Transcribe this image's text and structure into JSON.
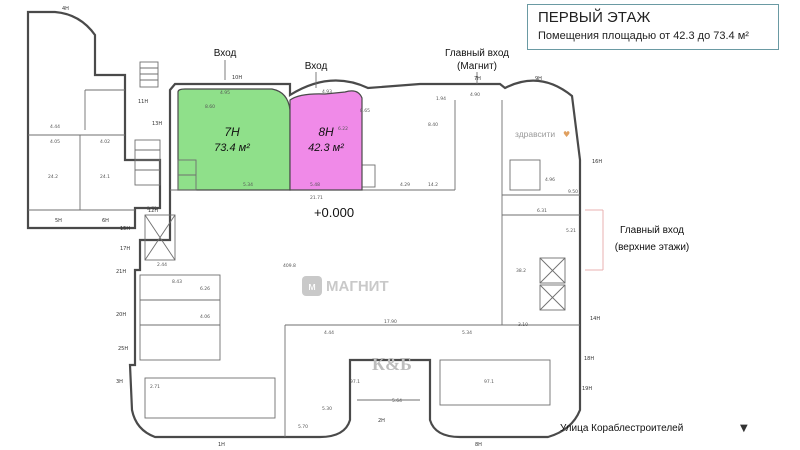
{
  "header": {
    "title": "ПЕРВЫЙ ЭТАЖ",
    "subtitle": "Помещения площадью от 42.3 до 73.4 м²"
  },
  "labels": {
    "entrance_left": "Вход",
    "entrance_right": "Вход",
    "main_entrance_magnit_1": "Главный вход",
    "main_entrance_magnit_2": "(Магнит)",
    "main_entrance_upper_1": "Главный вход",
    "main_entrance_upper_2": "(верхние этажи)",
    "street": "Улица Кораблестроителей",
    "elevation": "+0.000"
  },
  "units": [
    {
      "title": "7Н",
      "area": "73.4 м²",
      "color": "#8fe08a"
    },
    {
      "title": "8Н",
      "area": "42.3 м²",
      "color": "#f08ae8"
    }
  ],
  "tenants": {
    "magnit": "МАГНИТ",
    "kb": "К&Б",
    "zdravcity": "здравсити"
  },
  "colors": {
    "magnit": "#c9c9c9",
    "kb": "#bdbdbd",
    "zdravcity": "#9a9a9a",
    "box_border": "#6a9aa3"
  },
  "dims": {
    "d1": "4.95",
    "d2": "4.93",
    "d3": "4.90",
    "d4": "8.60",
    "d5": "5.34",
    "d6": "5.48",
    "d7": "21.71",
    "d8": "4.29",
    "d9": "14.2",
    "d10": "409.8",
    "d11": "17.90",
    "d12": "4.44",
    "d13": "5.34",
    "d14": "5.70",
    "d15": "5.64",
    "d16": "5.30",
    "d17": "4.44",
    "d18": "4.05",
    "d19": "4.02",
    "d20": "24.2",
    "d21": "24.1",
    "d22": "8.43",
    "d23": "6.26",
    "d24": "4.06",
    "d25": "97.1",
    "d26": "97.1",
    "d27": "38.2",
    "d28": "4.96",
    "d29": "9.50",
    "d30": "6.31",
    "d31": "8.65",
    "d32": "8.40",
    "d33": "1.94",
    "d34": "6.22",
    "d35": "3.10",
    "d36": "2.71",
    "d37": "2.44",
    "d38": "2.71",
    "d39": "5.21"
  },
  "axes": {
    "a1": "4Н",
    "a2": "5Н",
    "a3": "6Н",
    "a4": "10Н",
    "a5": "11Н",
    "a6": "13Н",
    "a7": "12Н",
    "a8": "15Н",
    "a9": "17Н",
    "a10": "21Н",
    "a11": "20Н",
    "a12": "25Н",
    "a13": "3Н",
    "a14": "1Н",
    "a15": "2Н",
    "a16": "8Н",
    "a17": "16Н",
    "a18": "14Н",
    "a19": "18Н",
    "a20": "19Н",
    "a21": "9Н",
    "a22": "7Н"
  }
}
